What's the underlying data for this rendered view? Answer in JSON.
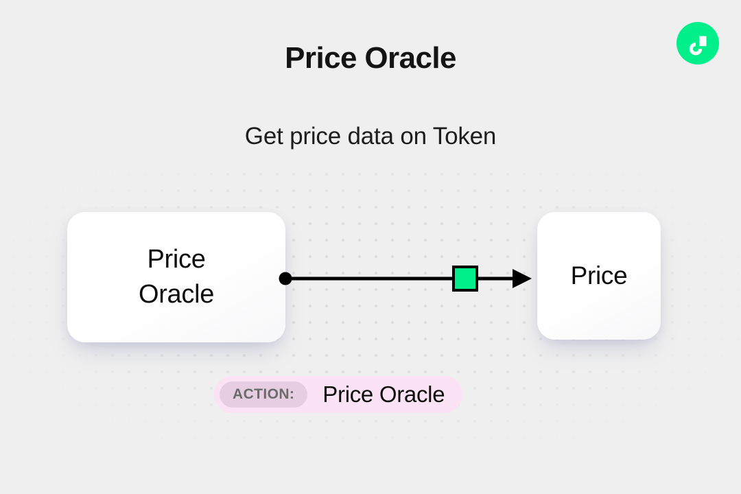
{
  "header": {
    "title": "Price Oracle",
    "subtitle": "Get price data on Token",
    "logo_name": "flow-logo",
    "logo_color": "#00EF8B"
  },
  "diagram": {
    "source_node": {
      "label": "Price\nOracle",
      "handle": "source-dot"
    },
    "target_node": {
      "label": "Price",
      "handle": "arrow-head"
    },
    "connector": {
      "marker_color": "#00EF8B",
      "line_color": "#000000"
    }
  },
  "action_badge": {
    "chip_label": "ACTION:",
    "value": "Price Oracle",
    "background": "#FBE2F4",
    "chip_background": "#E6CDE1"
  }
}
